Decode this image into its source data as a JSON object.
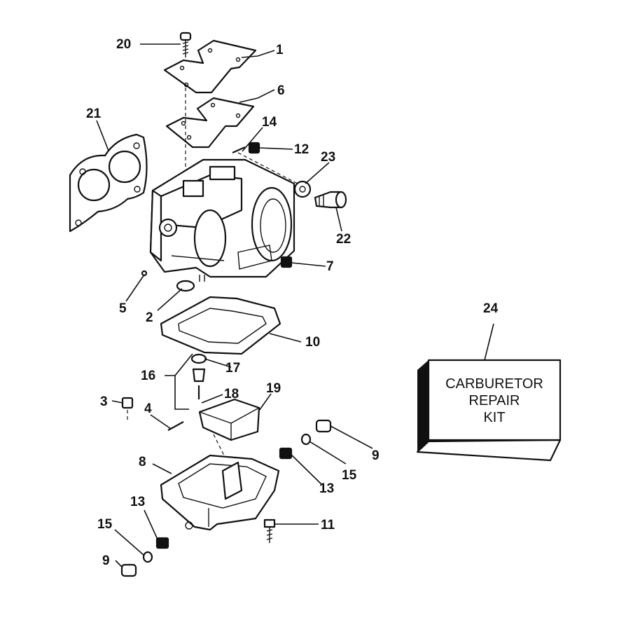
{
  "callouts": [
    "20",
    "1",
    "6",
    "21",
    "14",
    "12",
    "23",
    "22",
    "7",
    "5",
    "2",
    "10",
    "16",
    "17",
    "18",
    "19",
    "3",
    "4",
    "8",
    "13",
    "15",
    "9",
    "11",
    "24"
  ],
  "kit_box": {
    "line1": "CARBURETOR",
    "line2": "REPAIR",
    "line3": "KIT"
  }
}
